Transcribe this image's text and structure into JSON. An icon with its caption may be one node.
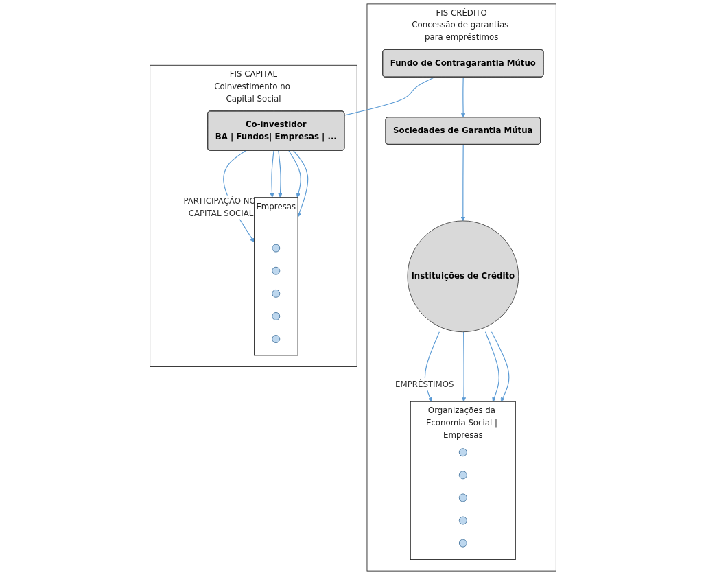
{
  "diagram": {
    "nodes": [
      {
        "text": [
          "FIS CRÉDITO",
          "Concessão de garantias para empréstimos"
        ]
      },
      {
        "text": [
          "Fundo de Contragarantia Mútuo"
        ],
        "in": 0
      },
      {
        "text": [
          "Sociedades de Garantia Mútua"
        ],
        "in": 0
      },
      {
        "text": [
          "Instituições de Crédito"
        ],
        "in": 0
      },
      {
        "text": [
          "Organizações da Economia Social | Empresas"
        ],
        "in": 0
      },
      {
        "text": [],
        "shape": "circle",
        "in": 4
      },
      {
        "text": [],
        "shape": "circle",
        "in": 4
      },
      {
        "text": [],
        "shape": "circle",
        "in": 4
      },
      {
        "text": [],
        "shape": "circle",
        "in": 4
      },
      {
        "text": [],
        "shape": "circle",
        "in": 4
      },
      {
        "text": [
          "FIS CAPITAL",
          "Coinvestimento no Capital Social"
        ]
      },
      {
        "text": [
          "Co-investidor",
          "BA | Fundos| Empresas | ..."
        ],
        "in": 10
      },
      {
        "text": [
          "Empresas"
        ],
        "in": 10
      },
      {
        "text": [],
        "shape": "circle",
        "in": 12
      },
      {
        "text": [],
        "shape": "circle",
        "in": 12
      },
      {
        "text": [],
        "shape": "circle",
        "in": 12
      },
      {
        "text": [],
        "shape": "circle",
        "in": 12
      },
      {
        "text": [],
        "shape": "circle",
        "in": 12
      }
    ],
    "edges": [
      {
        "from": 1,
        "to": 2,
        "arrow": "to"
      },
      {
        "from": 2,
        "to": 3,
        "arrow": "to"
      },
      {
        "from": 3,
        "to": 4,
        "arrow": "to",
        "label": "EMPRÉSTIMOS"
      },
      {
        "from": 3,
        "to": 4,
        "arrow": "to"
      },
      {
        "from": 3,
        "to": 4,
        "arrow": "to"
      },
      {
        "from": 3,
        "to": 4,
        "arrow": "to"
      },
      {
        "from": 1,
        "to": 11,
        "arrow": "none"
      },
      {
        "from": 11,
        "to": 12,
        "arrow": "to",
        "label": "PARTICIPAÇÃO NO CAPITAL SOCIAL"
      },
      {
        "from": 11,
        "to": 12,
        "arrow": "to"
      },
      {
        "from": 11,
        "to": 12,
        "arrow": "to"
      },
      {
        "from": 11,
        "to": 12,
        "arrow": "to"
      },
      {
        "from": 11,
        "to": 12,
        "arrow": "to"
      }
    ]
  }
}
